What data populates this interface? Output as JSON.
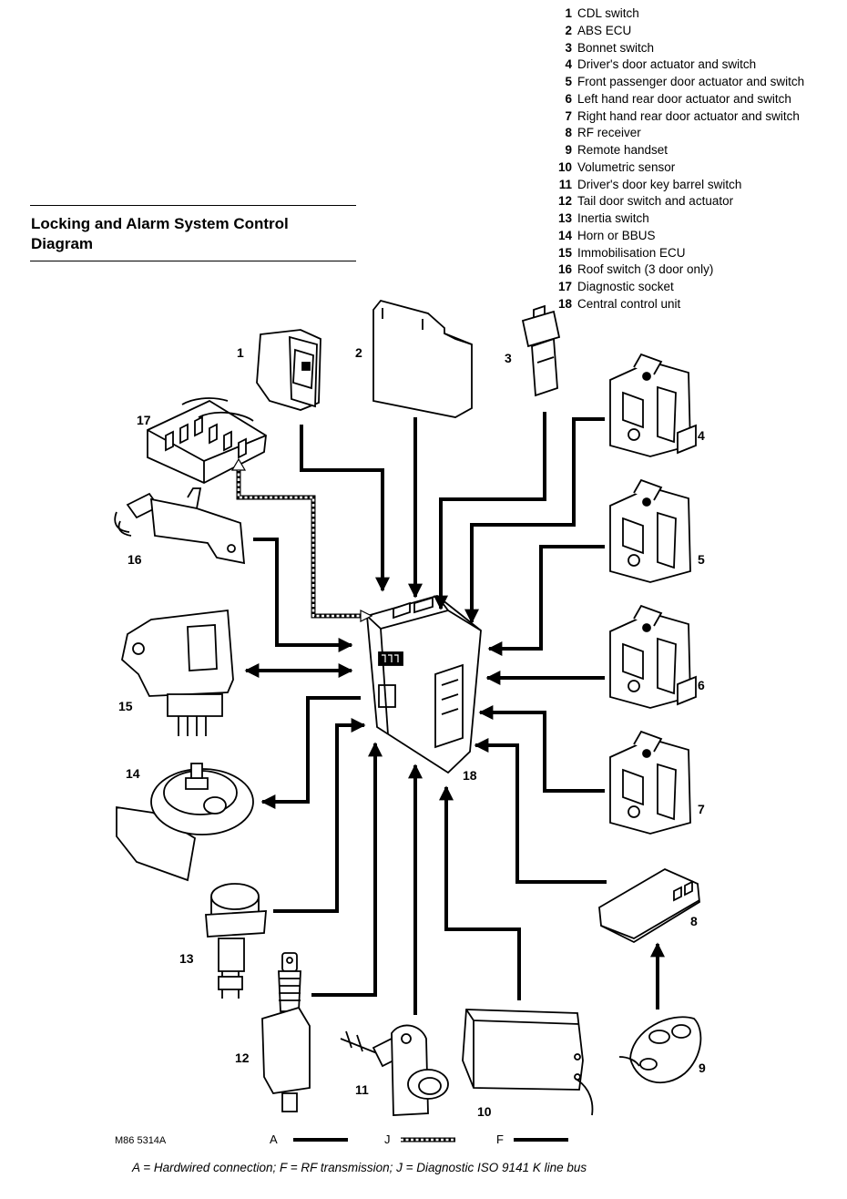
{
  "title_line1": "Locking and Alarm System Control",
  "title_line2": "Diagram",
  "legend": [
    {
      "num": "1",
      "label": "CDL switch"
    },
    {
      "num": "2",
      "label": "ABS ECU"
    },
    {
      "num": "3",
      "label": "Bonnet switch"
    },
    {
      "num": "4",
      "label": "Driver's door actuator and switch"
    },
    {
      "num": "5",
      "label": "Front passenger door actuator and switch"
    },
    {
      "num": "6",
      "label": "Left hand rear door actuator and switch"
    },
    {
      "num": "7",
      "label": "Right hand rear door actuator and switch"
    },
    {
      "num": "8",
      "label": "RF receiver"
    },
    {
      "num": "9",
      "label": "Remote handset"
    },
    {
      "num": "10",
      "label": "Volumetric sensor"
    },
    {
      "num": "11",
      "label": "Driver's door key barrel switch"
    },
    {
      "num": "12",
      "label": "Tail door switch and actuator"
    },
    {
      "num": "13",
      "label": "Inertia switch"
    },
    {
      "num": "14",
      "label": "Horn or BBUS"
    },
    {
      "num": "15",
      "label": "Immobilisation ECU"
    },
    {
      "num": "16",
      "label": "Roof switch (3 door only)"
    },
    {
      "num": "17",
      "label": "Diagnostic socket"
    },
    {
      "num": "18",
      "label": "Central control unit"
    }
  ],
  "callouts": [
    "1",
    "2",
    "3",
    "4",
    "5",
    "6",
    "7",
    "8",
    "9",
    "10",
    "11",
    "12",
    "13",
    "14",
    "15",
    "16",
    "17",
    "18"
  ],
  "figure_code": "M86 5314A",
  "key": {
    "a": "A",
    "j": "J",
    "f": "F"
  },
  "caption": "A = Hardwired connection; F = RF transmission; J = Diagnostic ISO 9141 K line bus"
}
